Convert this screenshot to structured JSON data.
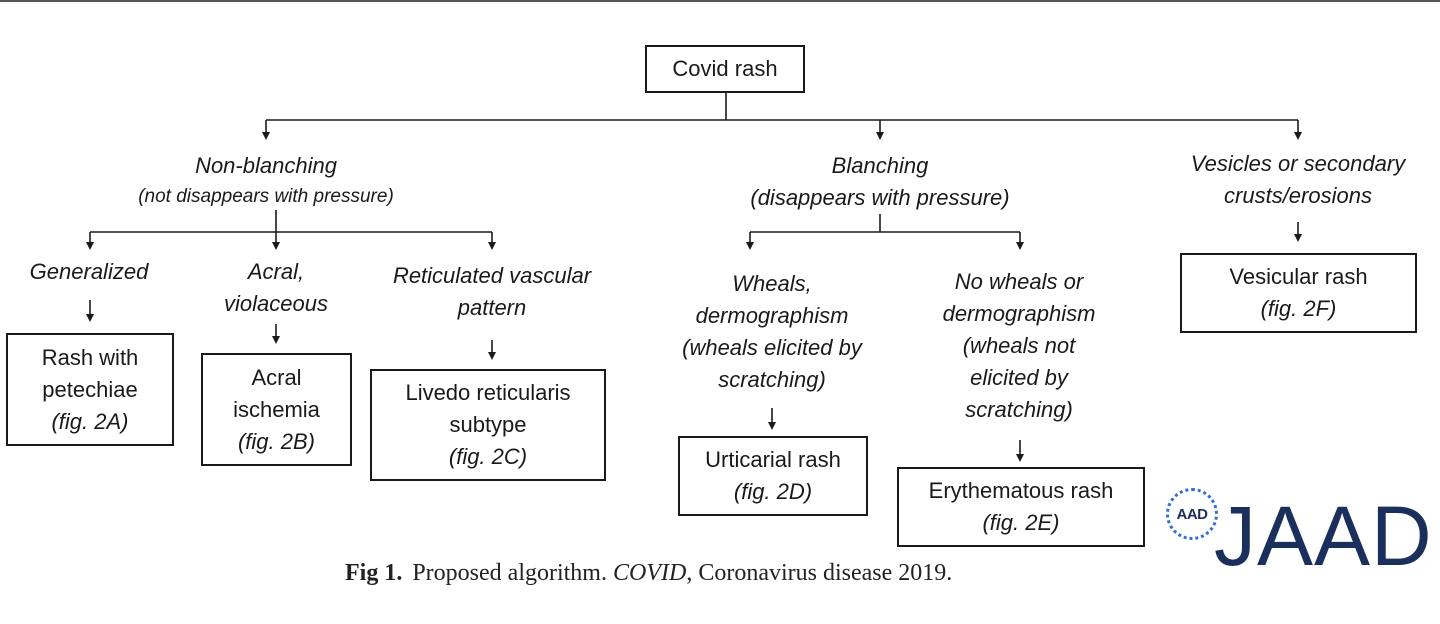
{
  "diagram": {
    "root": "Covid rash",
    "branches": {
      "non_blanching": {
        "title": "Non-blanching",
        "subtitle": "(not disappears with pressure)",
        "generalized": {
          "label": "Generalized",
          "box": [
            "Rash with",
            "petechiae",
            "(fig. 2A)"
          ]
        },
        "acral": {
          "label": [
            "Acral,",
            "violaceous"
          ],
          "box": [
            "Acral",
            "ischemia",
            "(fig. 2B)"
          ]
        },
        "reticulated": {
          "label": [
            "Reticulated vascular",
            "pattern"
          ],
          "box": [
            "Livedo reticularis",
            "subtype",
            "(fig. 2C)"
          ]
        }
      },
      "blanching": {
        "title": "Blanching",
        "subtitle": "(disappears with pressure)",
        "wheals": {
          "label": [
            "Wheals,",
            "dermographism",
            "(wheals elicited by",
            "scratching)"
          ],
          "box": [
            "Urticarial rash",
            "(fig. 2D)"
          ]
        },
        "no_wheals": {
          "label": [
            "No wheals or",
            "dermographism",
            "(wheals not",
            "elicited by",
            "scratching)"
          ],
          "box": [
            "Erythematous rash",
            "(fig. 2E)"
          ]
        }
      },
      "vesicles": {
        "title": [
          "Vesicles or secondary",
          "crusts/erosions"
        ],
        "box": [
          "Vesicular rash",
          "(fig. 2F)"
        ]
      }
    }
  },
  "caption": {
    "label": "Fig 1.",
    "text_before": "Proposed algorithm.",
    "abbr": "COVID",
    "text_after": ", Coronavirus disease 2019."
  },
  "logo": {
    "badge": "AAD",
    "wordmark": "JAAD",
    "color": "#1b2f5c",
    "dot_color": "#2d6fd6"
  }
}
